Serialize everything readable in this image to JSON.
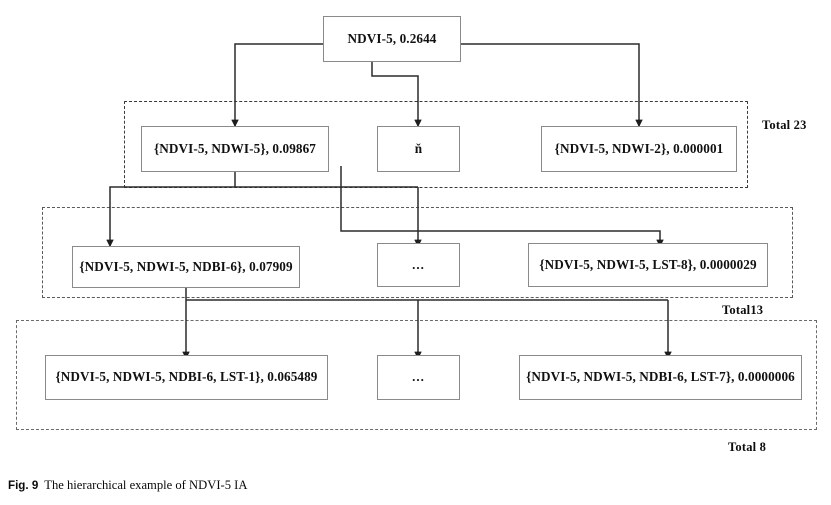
{
  "figure": {
    "caption_tag": "Fig. 9",
    "caption_text": "The hierarchical example of NDVI-5 IA"
  },
  "levels": [
    {
      "level": 1,
      "group_label": "",
      "nodes": [
        {
          "id": "root",
          "label": "NDVI-5, 0.2644",
          "itemset": "NDVI-5",
          "support": "0.2644"
        }
      ]
    },
    {
      "level": 2,
      "group_label": "Total 23",
      "nodes": [
        {
          "id": "l2-left",
          "label": "{NDVI-5, NDWI-5}, 0.09867",
          "itemset": "{NDVI-5, NDWI-5}",
          "support": "0.09867"
        },
        {
          "id": "l2-mid",
          "label": "ň",
          "itemset": "",
          "support": ""
        },
        {
          "id": "l2-right",
          "label": "{NDVI-5, NDWI-2}, 0.000001",
          "itemset": "{NDVI-5, NDWI-2}",
          "support": "0.000001"
        }
      ]
    },
    {
      "level": 3,
      "group_label": "Total13",
      "nodes": [
        {
          "id": "l3-left",
          "label": "{NDVI-5, NDWI-5, NDBI-6}, 0.07909",
          "itemset": "{NDVI-5, NDWI-5, NDBI-6}",
          "support": "0.07909"
        },
        {
          "id": "l3-mid",
          "label": "...",
          "itemset": "",
          "support": ""
        },
        {
          "id": "l3-right",
          "label": "{NDVI-5, NDWI-5, LST-8}, 0.0000029",
          "itemset": "{NDVI-5, NDWI-5, LST-8}",
          "support": "0.0000029"
        }
      ]
    },
    {
      "level": 4,
      "group_label": "Total 8",
      "nodes": [
        {
          "id": "l4-left",
          "label": "{NDVI-5, NDWI-5, NDBI-6, LST-1}, 0.065489",
          "itemset": "{NDVI-5, NDWI-5, NDBI-6, LST-1}",
          "support": "0.065489"
        },
        {
          "id": "l4-mid",
          "label": "...",
          "itemset": "",
          "support": ""
        },
        {
          "id": "l4-right",
          "label": "{NDVI-5, NDWI-5, NDBI-6, LST-7}, 0.0000006",
          "itemset": "{NDVI-5, NDWI-5, NDBI-6, LST-7}",
          "support": "0.0000006"
        }
      ]
    }
  ],
  "colors": {
    "node_border": "#8a8a8a",
    "connector": "#2b2b2b",
    "group_border": "#3a3a3a",
    "text": "#111111",
    "background": "#ffffff"
  }
}
